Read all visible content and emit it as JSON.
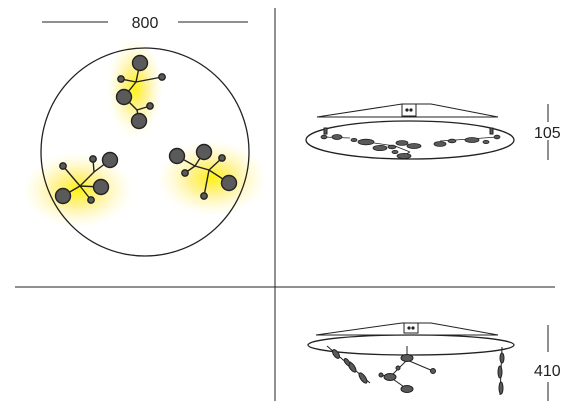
{
  "dimensions": {
    "diameter": "800",
    "height_flush": "105",
    "height_suspended": "410"
  },
  "colors": {
    "line": "#222222",
    "node_fill": "#5a5a5a",
    "glow": "#ffe600",
    "background": "#ffffff"
  }
}
